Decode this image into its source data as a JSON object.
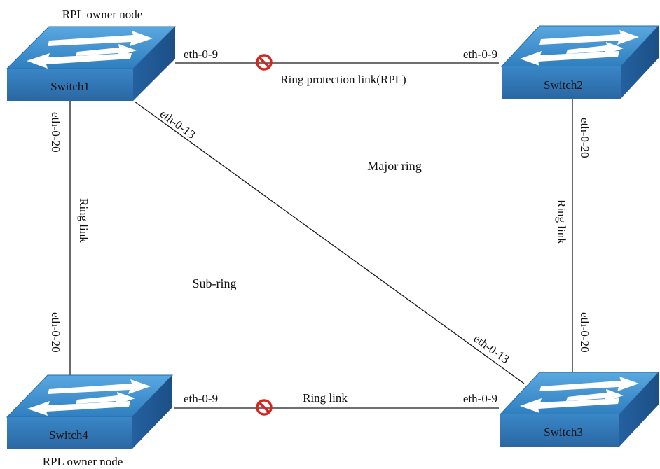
{
  "colors": {
    "switch_top": "#3f8fcf",
    "switch_front": "#2a6aa8",
    "link": "#1a1a1a",
    "block": "#d8241f"
  },
  "switches": {
    "switch1": {
      "name": "Switch1",
      "note": "RPL owner node"
    },
    "switch2": {
      "name": "Switch2"
    },
    "switch3": {
      "name": "Switch3"
    },
    "switch4": {
      "name": "Switch4",
      "note": "RPL owner node"
    }
  },
  "links": {
    "top": {
      "port_left": "eth-0-9",
      "port_right": "eth-0-9",
      "label": "Ring protection link(RPL)",
      "blocked": true
    },
    "bottom": {
      "port_left": "eth-0-9",
      "port_right": "eth-0-9",
      "label": "Ring link",
      "blocked": true
    },
    "left": {
      "port_top": "eth-0-20",
      "port_bottom": "eth-0-20",
      "label": "Ring link"
    },
    "right": {
      "port_top": "eth-0-20",
      "port_bottom": "eth-0-20",
      "label": "Ring link"
    },
    "diagonal": {
      "port_top": "eth-0-13",
      "port_bottom": "eth-0-13"
    }
  },
  "rings": {
    "major": "Major ring",
    "sub": "Sub-ring"
  },
  "icons": {
    "switch": "network-switch-icon",
    "block": "blocked-port-icon"
  }
}
